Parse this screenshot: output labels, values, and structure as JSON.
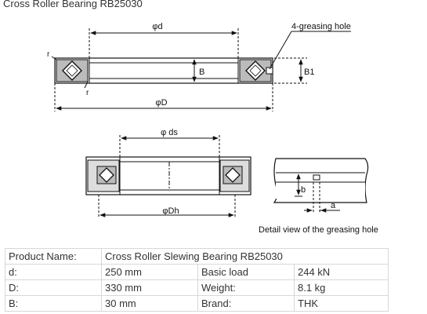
{
  "title": "Cross Roller Bearing RB25030",
  "drawing": {
    "label_d": "φd",
    "label_greasing": "4-greasing hole",
    "label_r_top": "r",
    "label_r_mid": "r",
    "label_B": "B",
    "label_B1": "B1",
    "label_D": "φD",
    "label_ds": "φ ds",
    "label_Dh": "φDh",
    "label_b": "b",
    "label_a": "a",
    "detail_caption": "Detail view of the greasing hole"
  },
  "specs": {
    "product_label": "Product Name:",
    "product_value": "Cross Roller Slewing Bearing RB25030",
    "rows": [
      {
        "k1": "d:",
        "v1": "250 mm",
        "k2": "Basic load",
        "v2": "244 kN"
      },
      {
        "k1": "D:",
        "v1": "330 mm",
        "k2": "Weight:",
        "v2": "8.1 kg"
      },
      {
        "k1": "B:",
        "v1": "30 mm",
        "k2": "Brand:",
        "v2": "THK"
      }
    ]
  }
}
